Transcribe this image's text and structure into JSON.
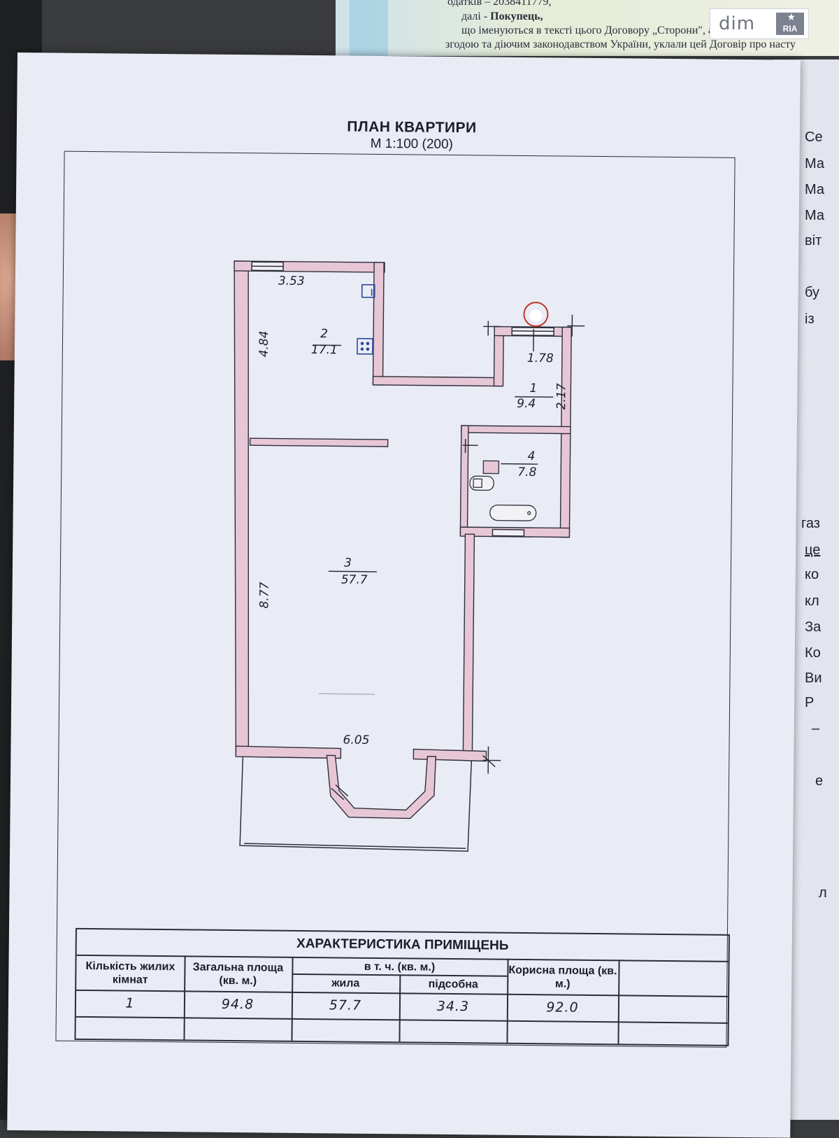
{
  "background_document": {
    "line1": "одатків – 2038411779,",
    "line2_prefix": "далі - ",
    "line2_bold": "Покупець,",
    "line3": "що іменуються в тексті цього Договору „Сторони\", а кожен окремо „С",
    "line4": "згодою та діючим законодавством України, уклали цей Договір про насту"
  },
  "logo": {
    "text": "dim",
    "badge": "RIA"
  },
  "right_page_fragments": [
    "Се",
    "Ма",
    "Ма",
    "Ма",
    "віт",
    "бу",
    "із",
    "газ",
    "це",
    "ко",
    "кл",
    "За",
    "Ко",
    "Ви",
    "Р",
    "–",
    "е",
    "л"
  ],
  "plan": {
    "title": "ПЛАН КВАРТИРИ",
    "scale": "М 1:100 (200)",
    "rooms": [
      {
        "number": "2",
        "area": "17.1"
      },
      {
        "number": "1",
        "area": "9.4"
      },
      {
        "number": "4",
        "area": "7.8"
      },
      {
        "number": "3",
        "area": "57.7"
      }
    ],
    "dimensions": {
      "top_left": "3.53",
      "left_room2": "4.84",
      "entrance_top": "1.78",
      "entrance_side": "2.17",
      "left_room3": "8.77",
      "bottom": "6.05"
    }
  },
  "table": {
    "caption": "ХАРАКТЕРИСТИКА ПРИМІЩЕНЬ",
    "headers": {
      "rooms_count": "Кількість жилих кімнат",
      "total_area": "Загальна площа (кв. м.)",
      "including": "в т. ч. (кв. м.)",
      "living": "жила",
      "auxiliary": "підсобна",
      "useful_area": "Корисна площа (кв. м.)"
    },
    "row": {
      "rooms_count": "1",
      "total_area": "94.8",
      "living": "57.7",
      "auxiliary": "34.3",
      "useful_area": "92.0"
    }
  }
}
